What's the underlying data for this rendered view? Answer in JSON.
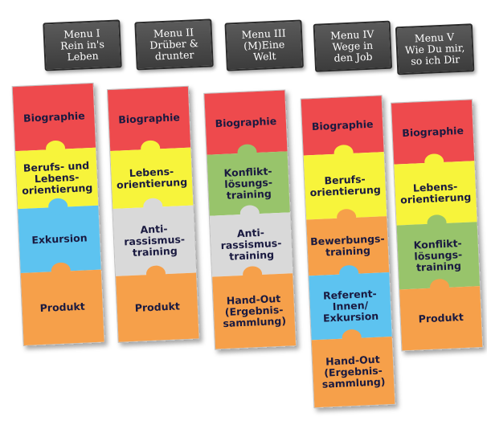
{
  "colors": {
    "header_bg": "#4a4a4a",
    "biographie": "#ee4a4d",
    "orientierung": "#f7f43b",
    "exkursion": "#5dc3f0",
    "produkt": "#f6a04a",
    "antirassismus": "#d9d9d9",
    "konflikt": "#98c46b"
  },
  "menus": [
    {
      "header": [
        "Menu I",
        "Rein in's",
        "Leben"
      ],
      "pieces": [
        {
          "lines": [
            "Biographie"
          ],
          "color": "red"
        },
        {
          "lines": [
            "Berufs- und",
            "Lebens-",
            "orientierung"
          ],
          "color": "yellow"
        },
        {
          "lines": [
            "Exkursion"
          ],
          "color": "blue"
        },
        {
          "lines": [
            "Produkt"
          ],
          "color": "orange"
        }
      ]
    },
    {
      "header": [
        "Menu II",
        "Drüber &",
        "drunter"
      ],
      "pieces": [
        {
          "lines": [
            "Biographie"
          ],
          "color": "red"
        },
        {
          "lines": [
            "Lebens-",
            "orientierung"
          ],
          "color": "yellow"
        },
        {
          "lines": [
            "Anti-",
            "rassismus-",
            "training"
          ],
          "color": "gray"
        },
        {
          "lines": [
            "Produkt"
          ],
          "color": "orange"
        }
      ]
    },
    {
      "header": [
        "Menu III",
        "(M)Eine",
        "Welt"
      ],
      "pieces": [
        {
          "lines": [
            "Biographie"
          ],
          "color": "red"
        },
        {
          "lines": [
            "Konflikt-",
            "lösungs-",
            "training"
          ],
          "color": "green"
        },
        {
          "lines": [
            "Anti-",
            "rassismus-",
            "training"
          ],
          "color": "gray"
        },
        {
          "lines": [
            "Hand-Out",
            "(Ergebnis-",
            "sammlung)"
          ],
          "color": "orange"
        }
      ]
    },
    {
      "header": [
        "Menu IV",
        "Wege in",
        "den Job"
      ],
      "pieces": [
        {
          "lines": [
            "Biographie"
          ],
          "color": "red"
        },
        {
          "lines": [
            "Berufs-",
            "orientierung"
          ],
          "color": "yellow"
        },
        {
          "lines": [
            "Bewerbungs-",
            "training"
          ],
          "color": "orange"
        },
        {
          "lines": [
            "Referent-",
            "Innen/",
            "Exkursion"
          ],
          "color": "blue"
        },
        {
          "lines": [
            "Hand-Out",
            "(Ergebnis-",
            "sammlung)"
          ],
          "color": "orange"
        }
      ]
    },
    {
      "header": [
        "Menu V",
        "Wie Du mir,",
        "so ich Dir"
      ],
      "pieces": [
        {
          "lines": [
            "Biographie"
          ],
          "color": "red"
        },
        {
          "lines": [
            "Lebens-",
            "orientierung"
          ],
          "color": "yellow"
        },
        {
          "lines": [
            "Konflikt-",
            "lösungs-",
            "training"
          ],
          "color": "green"
        },
        {
          "lines": [
            "Produkt"
          ],
          "color": "orange"
        }
      ]
    }
  ]
}
